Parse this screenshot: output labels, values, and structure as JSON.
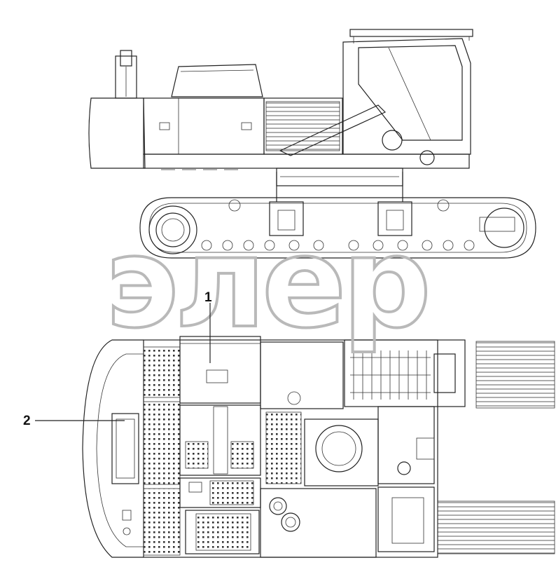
{
  "watermark": {
    "text": "элер"
  },
  "callouts": [
    {
      "id": "1",
      "label": "1"
    },
    {
      "id": "2",
      "label": "2"
    }
  ],
  "colors": {
    "line": "#222222",
    "watermark": "#b9b9b9",
    "background": "#ffffff"
  }
}
